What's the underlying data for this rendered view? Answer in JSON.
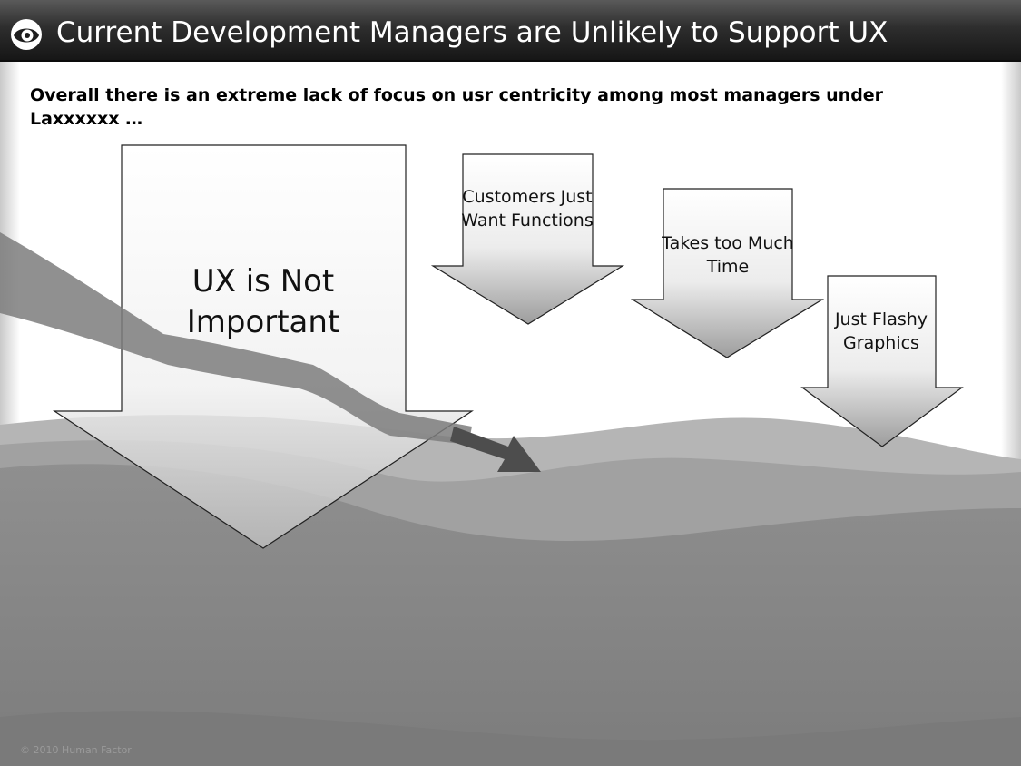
{
  "header": {
    "title": "Current Development Managers are Unlikely to Support UX",
    "logo_icon": "eye-swirl-logo-icon"
  },
  "subtitle": "Overall there is an extreme lack of focus on usr centricity among most managers under Laxxxxxx …",
  "arrows": [
    {
      "label": "UX is Not Important"
    },
    {
      "label": "Customers Just Want Functions"
    },
    {
      "label": "Takes too Much Time"
    },
    {
      "label": "Just Flashy Graphics"
    }
  ],
  "footer": {
    "copyright": "© 2010 Human Factor"
  },
  "colors": {
    "title_bar": "#1e1e1e",
    "wave_dark": "#8c8c8c",
    "wave_light": "#bdbdbd",
    "trend_arrow": "#6a6a6a"
  }
}
